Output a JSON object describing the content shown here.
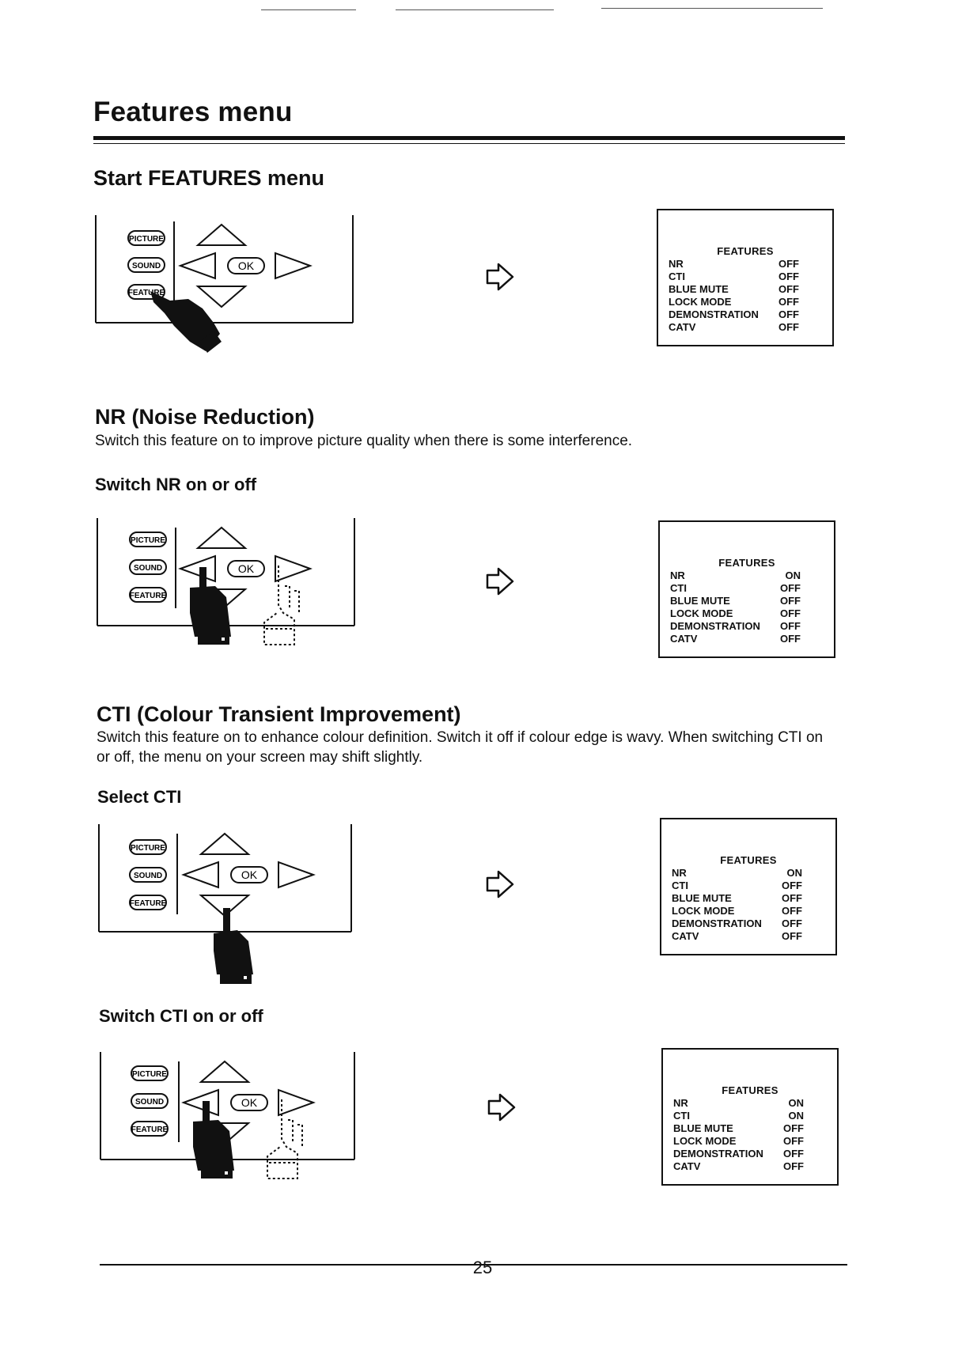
{
  "page": {
    "title": "Features menu",
    "page_number": "25"
  },
  "sections": {
    "start": {
      "heading": "Start FEATURES menu"
    },
    "nr": {
      "heading": "NR (Noise Reduction)",
      "text": "Switch this feature  on to improve picture quality when there is some interference.",
      "sub": "Switch NR on or off"
    },
    "cti": {
      "heading": "CTI (Colour Transient Improvement)",
      "text": "Switch this feature on to enhance colour definition. Switch it off if colour edge is wavy. When switching CTI on or off, the menu on your screen may shift slightly.",
      "sub1": "Select CTI",
      "sub2": "Switch CTI on or off"
    }
  },
  "remote": {
    "picture": "PICTURE",
    "sound": "SOUND",
    "feature": "FEATURE",
    "ok": "OK"
  },
  "screens": [
    {
      "title": "FEATURES",
      "rows": [
        {
          "label": "NR",
          "value": "OFF"
        },
        {
          "label": "CTI",
          "value": "OFF"
        },
        {
          "label": "BLUE MUTE",
          "value": "OFF"
        },
        {
          "label": "LOCK MODE",
          "value": "OFF"
        },
        {
          "label": "DEMONSTRATION",
          "value": "OFF"
        },
        {
          "label": "CATV",
          "value": "OFF"
        }
      ]
    },
    {
      "title": "FEATURES",
      "rows": [
        {
          "label": "NR",
          "value": "ON"
        },
        {
          "label": "CTI",
          "value": "OFF"
        },
        {
          "label": "BLUE MUTE",
          "value": "OFF"
        },
        {
          "label": "LOCK MODE",
          "value": "OFF"
        },
        {
          "label": "DEMONSTRATION",
          "value": "OFF"
        },
        {
          "label": "CATV",
          "value": "OFF"
        }
      ]
    },
    {
      "title": "FEATURES",
      "rows": [
        {
          "label": "NR",
          "value": "ON"
        },
        {
          "label": "CTI",
          "value": "OFF"
        },
        {
          "label": "BLUE MUTE",
          "value": "OFF"
        },
        {
          "label": "LOCK MODE",
          "value": "OFF"
        },
        {
          "label": "DEMONSTRATION",
          "value": "OFF"
        },
        {
          "label": "CATV",
          "value": "OFF"
        }
      ]
    },
    {
      "title": "FEATURES",
      "rows": [
        {
          "label": "NR",
          "value": "ON"
        },
        {
          "label": "CTI",
          "value": "ON"
        },
        {
          "label": "BLUE MUTE",
          "value": "OFF"
        },
        {
          "label": "LOCK MODE",
          "value": "OFF"
        },
        {
          "label": "DEMONSTRATION",
          "value": "OFF"
        },
        {
          "label": "CATV",
          "value": "OFF"
        }
      ]
    }
  ]
}
